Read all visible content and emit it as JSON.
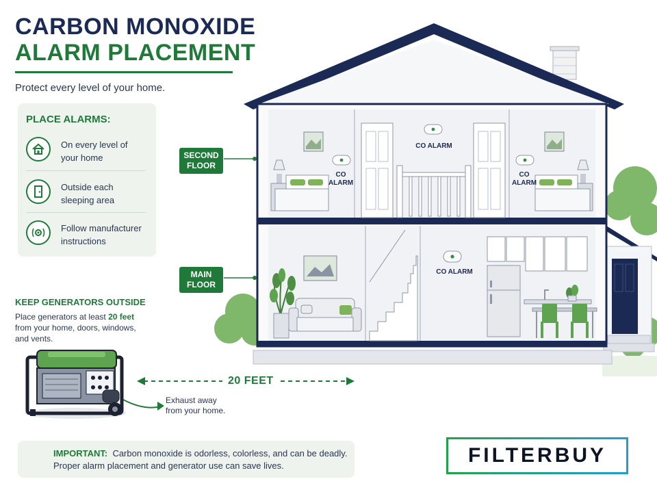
{
  "header": {
    "title_line1": "CARBON MONOXIDE",
    "title_line2": "ALARM PLACEMENT",
    "subtitle": "Protect every level of your home."
  },
  "place_alarms": {
    "heading": "PLACE ALARMS:",
    "items": [
      {
        "icon": "house-icon",
        "text": "On every level of your home"
      },
      {
        "icon": "door-icon",
        "text": "Outside each sleeping area"
      },
      {
        "icon": "alarm-sound-icon",
        "text": "Follow manufacturer instructions"
      }
    ]
  },
  "generators": {
    "heading": "KEEP GENERATORS OUTSIDE",
    "text_before": "Place generators at least ",
    "text_emphasis": "20 feet",
    "text_after": " from your home, doors, windows, and vents.",
    "exhaust_note": "Exhaust away from your home.",
    "distance_label": "20 FEET"
  },
  "house": {
    "second_floor_label": "SECOND FLOOR",
    "main_floor_label": "MAIN FLOOR",
    "alarms": {
      "left_bedroom": "CO ALARM",
      "hallway": "CO ALARM",
      "right_bedroom": "CO ALARM",
      "main_floor": "CO ALARM"
    }
  },
  "important": {
    "label": "IMPORTANT:",
    "text": "Carbon monoxide is odorless, colorless, and can be deadly. Proper alarm placement and generator use can save lives."
  },
  "brand": {
    "logo_text": "FILTERBUY"
  },
  "colors": {
    "navy": "#1b2a55",
    "green": "#1f7a3a",
    "card_bg": "#eef3ee"
  }
}
